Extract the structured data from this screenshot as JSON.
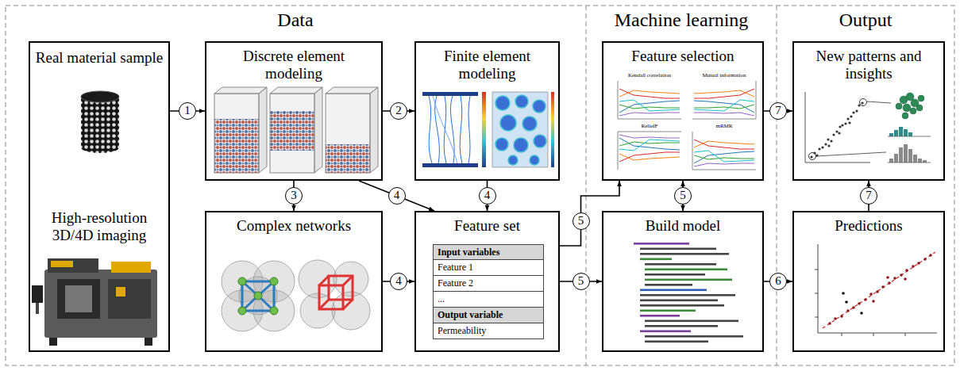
{
  "diagram": {
    "nodes": [
      {
        "text": [
          "Real material sample",
          "High-resolution 3D/4D imaging"
        ]
      },
      {
        "text": [
          "Discrete element modeling"
        ]
      },
      {
        "text": [
          "Finite element modeling"
        ]
      },
      {
        "text": [
          "Complex networks"
        ]
      },
      {
        "text": [
          "Feature set",
          "Input variables",
          "Feature 1",
          "Feature 2",
          "...",
          "Output variable",
          "Permeability"
        ]
      },
      {
        "text": [
          "Feature selection"
        ]
      },
      {
        "text": [
          "Build model"
        ]
      },
      {
        "text": [
          "New patterns and insights"
        ]
      },
      {
        "text": [
          "Predictions"
        ]
      }
    ],
    "edges": [
      {
        "from": 0,
        "to": 1,
        "label": "1",
        "arrow": "to"
      },
      {
        "from": 1,
        "to": 2,
        "label": "2",
        "arrow": "to"
      },
      {
        "from": 1,
        "to": 3,
        "label": "3",
        "arrow": "to"
      },
      {
        "from": 1,
        "to": 4,
        "label": "4",
        "arrow": "to"
      },
      {
        "from": 2,
        "to": 4,
        "label": "4",
        "arrow": "to"
      },
      {
        "from": 3,
        "to": 4,
        "label": "4",
        "arrow": "to"
      },
      {
        "from": 4,
        "to": 5,
        "label": "5",
        "arrow": "to"
      },
      {
        "from": 4,
        "to": 6,
        "label": "5",
        "arrow": "to"
      },
      {
        "from": 5,
        "to": 6,
        "label": "5",
        "arrow": "both"
      },
      {
        "from": 6,
        "to": 8,
        "label": "6",
        "arrow": "to"
      },
      {
        "from": 5,
        "to": 7,
        "label": "7",
        "arrow": "to"
      },
      {
        "from": 8,
        "to": 7,
        "label": "7",
        "arrow": "to"
      }
    ],
    "labels": [
      "Data",
      "Machine learning",
      "Output",
      "Kendall correlation",
      "Mutual information",
      "ReliefF",
      "mRMR"
    ]
  }
}
